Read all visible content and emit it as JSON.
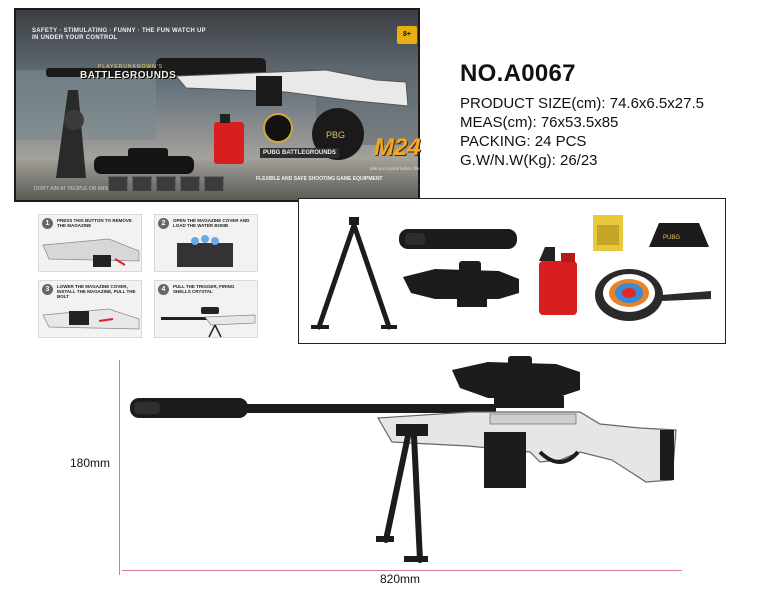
{
  "box": {
    "tagline": "SAFETY · STIMULATING · FUNNY · THE FUN WATCH UP IN UNDER YOUR CONTROL",
    "age_badge": "8+",
    "logo_sub": "PLAYERUNKNOWN'S",
    "logo": "BATTLEGROUNDS",
    "model": "M24",
    "pubg_tag": "PUBG BATTLEGROUNDS",
    "desc": "FLEXIBLE AND SAFE SHOOTING GAME EQUIPMENT",
    "sub": "Manual crystal bullet rifle",
    "warning": "DON'T AIM AT PEOPLE OR ANIMALS"
  },
  "spec": {
    "model_no": "NO.A0067",
    "product_size": "PRODUCT SIZE(cm): 74.6x6.5x27.5",
    "meas": "MEAS(cm): 76x53.5x85",
    "packing": "PACKING: 24 PCS",
    "weight": "G.W/N.W(Kg): 26/23"
  },
  "steps": [
    {
      "num": "1",
      "text": "PRESS THIS BUTTON TO REMOVE THE MAGAZINE"
    },
    {
      "num": "2",
      "text": "OPEN THE MAGAZINE COVER AND LOAD THE WATER BOMB"
    },
    {
      "num": "3",
      "text": "LOWER THE MAGAZINE COVER, INSTALL THE MAGAZINE, PULL THE BOLT"
    },
    {
      "num": "4",
      "text": "PULL THE TRIGGER, FIRING SHELLS CRYSTAL"
    }
  ],
  "dimensions": {
    "height": "180mm",
    "length": "820mm"
  },
  "colors": {
    "box_dark": "#2a2d30",
    "accent_orange": "#f5a623",
    "dimension_line": "#d67aa0",
    "gun_white": "#e6e6e6",
    "gun_black": "#1c1c1c",
    "jerry_can_red": "#d81e1e"
  }
}
